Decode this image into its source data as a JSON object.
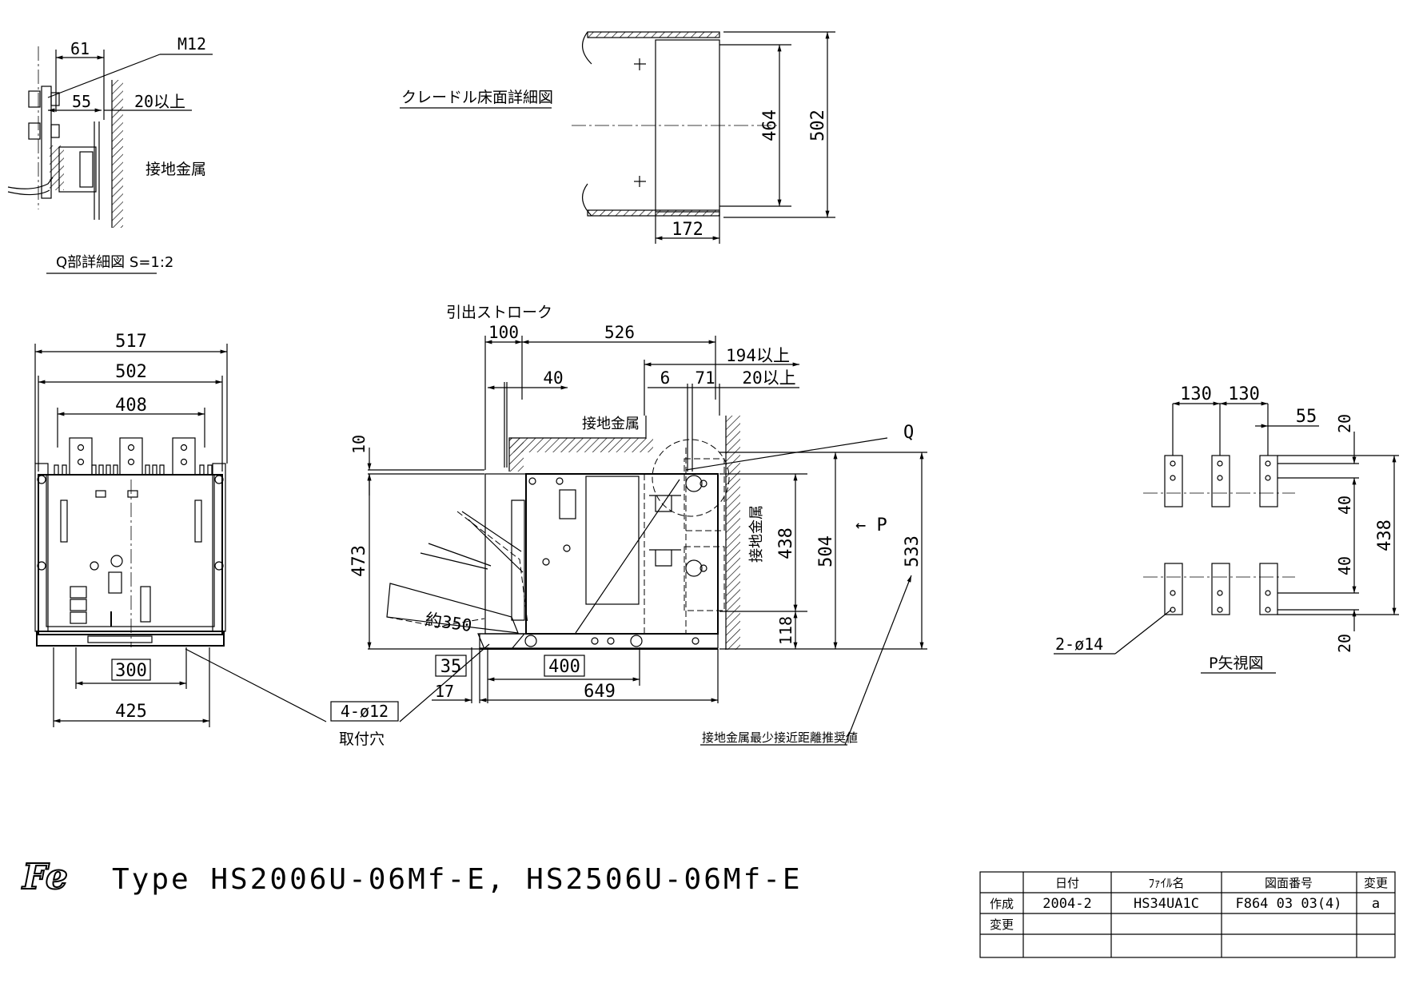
{
  "title_block": {
    "drawing_title": "Type HS2006U-06Mf-E, HS2506U-06Mf-E",
    "logo_text": "Fe",
    "headers": [
      "",
      "日付",
      "ﾌｧｲﾙ名",
      "図面番号",
      "変更"
    ],
    "rows": [
      [
        "作成",
        "2004-2",
        "HS34UA1C",
        "F864 03 03(4)",
        "a"
      ],
      [
        "変更",
        "",
        "",
        "",
        ""
      ],
      [
        "",
        "",
        "",
        "",
        ""
      ]
    ]
  },
  "detail_q": {
    "caption": "Q部詳細図 S=1:2",
    "dim_61": "61",
    "dim_55": "55",
    "bolt": "M12",
    "clearance": "20以上",
    "ground_metal": "接地金属"
  },
  "cradle_floor": {
    "caption": "クレードル床面詳細図",
    "dim_464": "464",
    "dim_502": "502",
    "dim_172": "172"
  },
  "front_view": {
    "dim_517": "517",
    "dim_502": "502",
    "dim_408": "408",
    "dim_300": "300",
    "dim_425": "425",
    "mounting_holes": "4-ø12",
    "mounting_label": "取付穴"
  },
  "side_view": {
    "stroke_label": "引出ストローク",
    "dim_100": "100",
    "dim_526": "526",
    "dim_194": "194以上",
    "dim_40": "40",
    "dim_6": "6",
    "dim_71": "71",
    "dim_20": "20以上",
    "ground_metal_top": "接地金属",
    "ground_metal_side": "接地金属",
    "q_label": "Q",
    "p_label": "← P",
    "dim_10": "10",
    "dim_473": "473",
    "dim_438": "438",
    "dim_504": "504",
    "dim_533": "533",
    "dim_118": "118",
    "dim_350": "約350",
    "dim_35": "35",
    "dim_400": "400",
    "dim_17": "17",
    "dim_649": "649",
    "recommend_note": "接地金属最少接近距離推奨値"
  },
  "p_view": {
    "caption": "P矢視図",
    "dim_130a": "130",
    "dim_130b": "130",
    "dim_55": "55",
    "dim_20_top": "20",
    "dim_40_a": "40",
    "dim_438": "438",
    "dim_40_b": "40",
    "dim_20_bot": "20",
    "holes": "2-ø14"
  }
}
